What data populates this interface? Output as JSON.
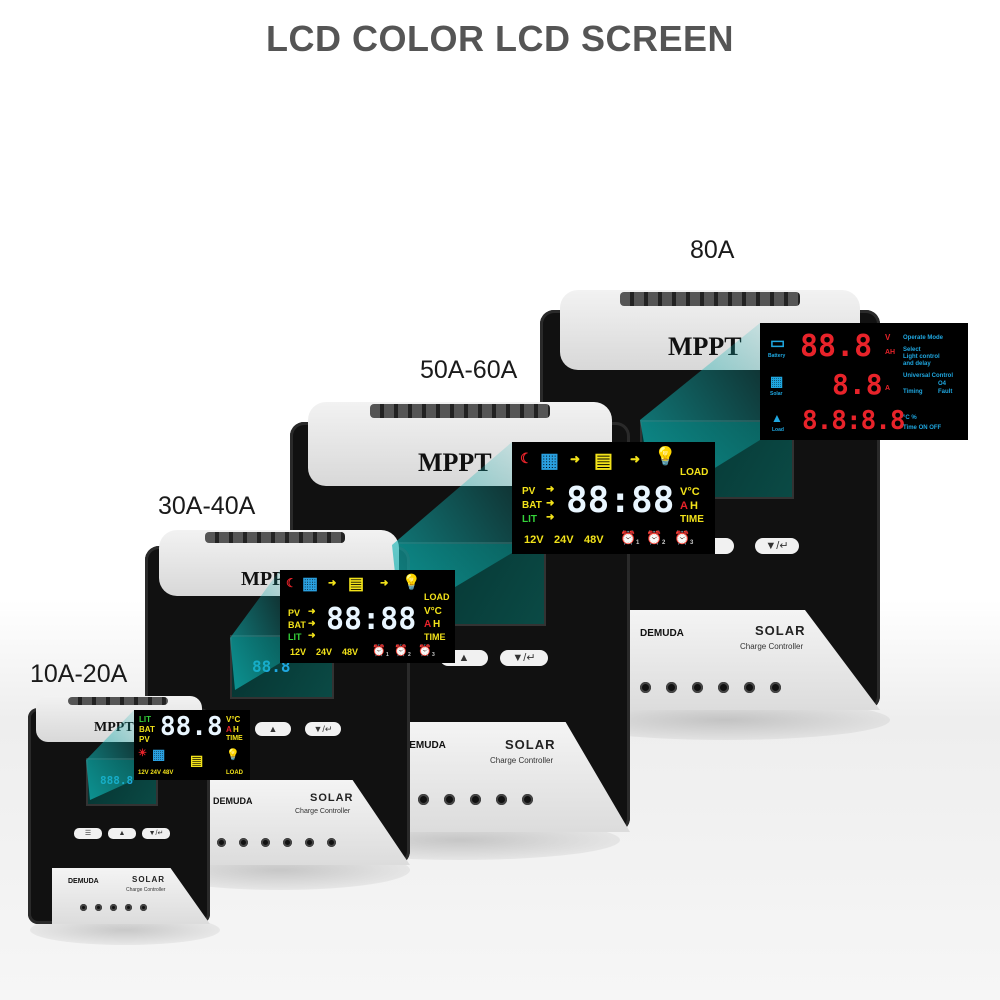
{
  "title": "LCD COLOR LCD SCREEN",
  "models": [
    {
      "label": "80A",
      "brand": "MPPT",
      "solar": "SOLAR",
      "subtitle": "Charge Controller",
      "maker": "DEMUDA"
    },
    {
      "label": "50A-60A",
      "brand": "MPPT",
      "solar": "SOLAR",
      "subtitle": "Charge Controller",
      "maker": "DEMUDA"
    },
    {
      "label": "30A-40A",
      "brand": "MPPT",
      "solar": "SOLAR",
      "subtitle": "Charge Controller",
      "maker": "DEMUDA"
    },
    {
      "label": "10A-20A",
      "brand": "MPPT",
      "solar": "SOLAR",
      "subtitle": "Charge Controller",
      "maker": "DEMUDA"
    }
  ],
  "lcd_red": {
    "row1_value": "88.8",
    "row1_unit_v": "V",
    "row1_unit_ah": "AH",
    "row1_icon_label": "Battery",
    "row2_value": "8.8",
    "row2_unit": "A",
    "row2_icon_label": "Solar",
    "row3_value": "8.8:8.8",
    "row3_icon_label": "Load",
    "row3_unit": "°C %",
    "mode_lines": [
      "Operate Mode",
      "Select",
      "Light control",
      "and delay",
      "Universal Control",
      "Timing",
      "Fault",
      "Time ON OFF"
    ],
    "mode_extra": "O4"
  },
  "lcd_color": {
    "digits": "88:88",
    "pv": "PV",
    "bat": "BAT",
    "lit": "LIT",
    "load": "LOAD",
    "unit1": "V°C",
    "unit2_a": "A",
    "unit2_h": "H",
    "time": "TIME",
    "voltages": [
      "12V",
      "24V",
      "48V"
    ],
    "alarms": [
      "1",
      "2",
      "3"
    ]
  },
  "lcd_small": {
    "digits": "88.8",
    "lit": "LIT",
    "bat": "BAT",
    "pv": "PV",
    "unit1": "V°C",
    "unit2_a": "A",
    "unit2_h": "H",
    "time": "TIME",
    "voltages": "12V 24V 48V",
    "load": "LOAD"
  },
  "colors": {
    "teal": "#0fb3b3",
    "red": "#e8232a",
    "yellow": "#f2e21a",
    "green": "#35d23a",
    "blue": "#2aa0e0"
  }
}
